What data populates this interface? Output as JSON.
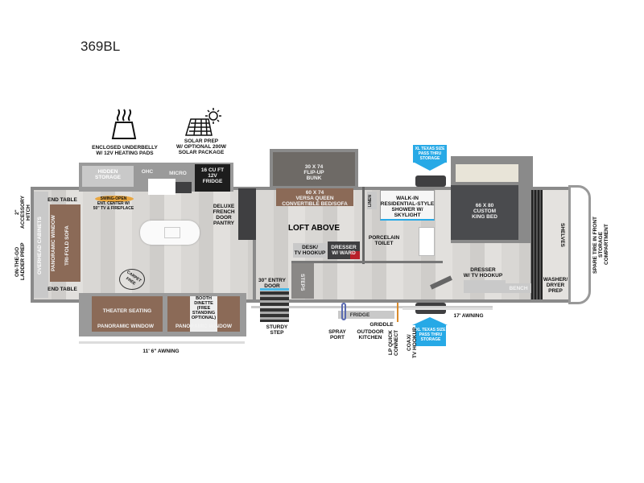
{
  "title": "369BL",
  "features": {
    "underbelly": "ENCLOSED UNDERBELLY\nW/ 12V HEATING PADS",
    "solar": "SOLAR PREP\nW/ OPTIONAL 200W\nSOLAR PACKAGE"
  },
  "labels": {
    "hidden_storage": "HIDDEN\nSTORAGE",
    "ohc": "OHC",
    "micro": "MICRO",
    "fridge16": "16 CU FT\n12V\nFRIDGE",
    "ent_center": "SWING-OPEN\nENT. CENTER W/\n50\" TV & FIREPLACE",
    "pantry": "DELUXE\nFRENCH\nDOOR\nPANTRY",
    "end_table_top": "END TABLE",
    "end_table_bottom": "END TABLE",
    "overhead": "OVERHEAD CABINETS",
    "pano_front": "PANORAMIC WINDOW",
    "sofa": "TRI-FOLD SOFA",
    "hitch": "2\" ACCESSORY\nHITCH",
    "ladder": "ON-THE-GO\nLADDER PREP",
    "carpet": "CARPET FREE",
    "theater": "THEATER SEATING",
    "pano_1": "PANORAMIC WINDOW",
    "dinette": "BOOTH\nDINETTE\n(FREE\nSTANDING\nOPTIONAL)",
    "pano_2": "PANORAMIC WINDOW",
    "awning_front": "11' 6\" AWNING",
    "bunk": "30 X 74\nFLIP-UP\nBUNK",
    "versa": "60 X 74\nVERSA QUEEN\nCONVERTIBLE BED/SOFA",
    "loft": "LOFT ABOVE",
    "desk": "DESK/\nTV HOOKUP",
    "dresser_ward": "DRESSER\nW/ WARD",
    "steps": "STEPS",
    "entry": "30\" ENTRY\nDOOR",
    "sturdy": "STURDY\nSTEP",
    "linen": "LINEN",
    "shower": "WALK-IN\nRESIDENTIAL-STYLE\nSHOWER W/\nSKYLIGHT",
    "toilet": "PORCELAIN\nTOILET",
    "storage_top": "XL TEXAS SIZE\nPASS THRU\nSTORAGE",
    "storage_bottom": "XL TEXAS SIZE\nPASS THRU\nSTORAGE",
    "king": "66 X 80\nCUSTOM\nKING BED",
    "dresser_tv": "DRESSER\nW/ TV HOOKUP",
    "bench": "BENCH",
    "washer": "WASHER/\nDRYER\nPREP",
    "shelves": "SHELVES",
    "spare": "SPARE TIRE IN FRONT\nSTORAGE COMPARTMENT",
    "fridge_out": "FRIDGE",
    "griddle": "GRIDDLE",
    "spray": "SPRAY\nPORT",
    "outdoor": "OUTDOOR\nKITCHEN",
    "lp": "LP QUICK\nCONNECT",
    "coax": "COAX/\nTV HOOKUP",
    "awning_rear": "17' AWNING"
  },
  "colors": {
    "storage_blue": "#27a9e6",
    "furniture_brown": "#8b6a57",
    "bed_gray": "#4a4b4e"
  }
}
